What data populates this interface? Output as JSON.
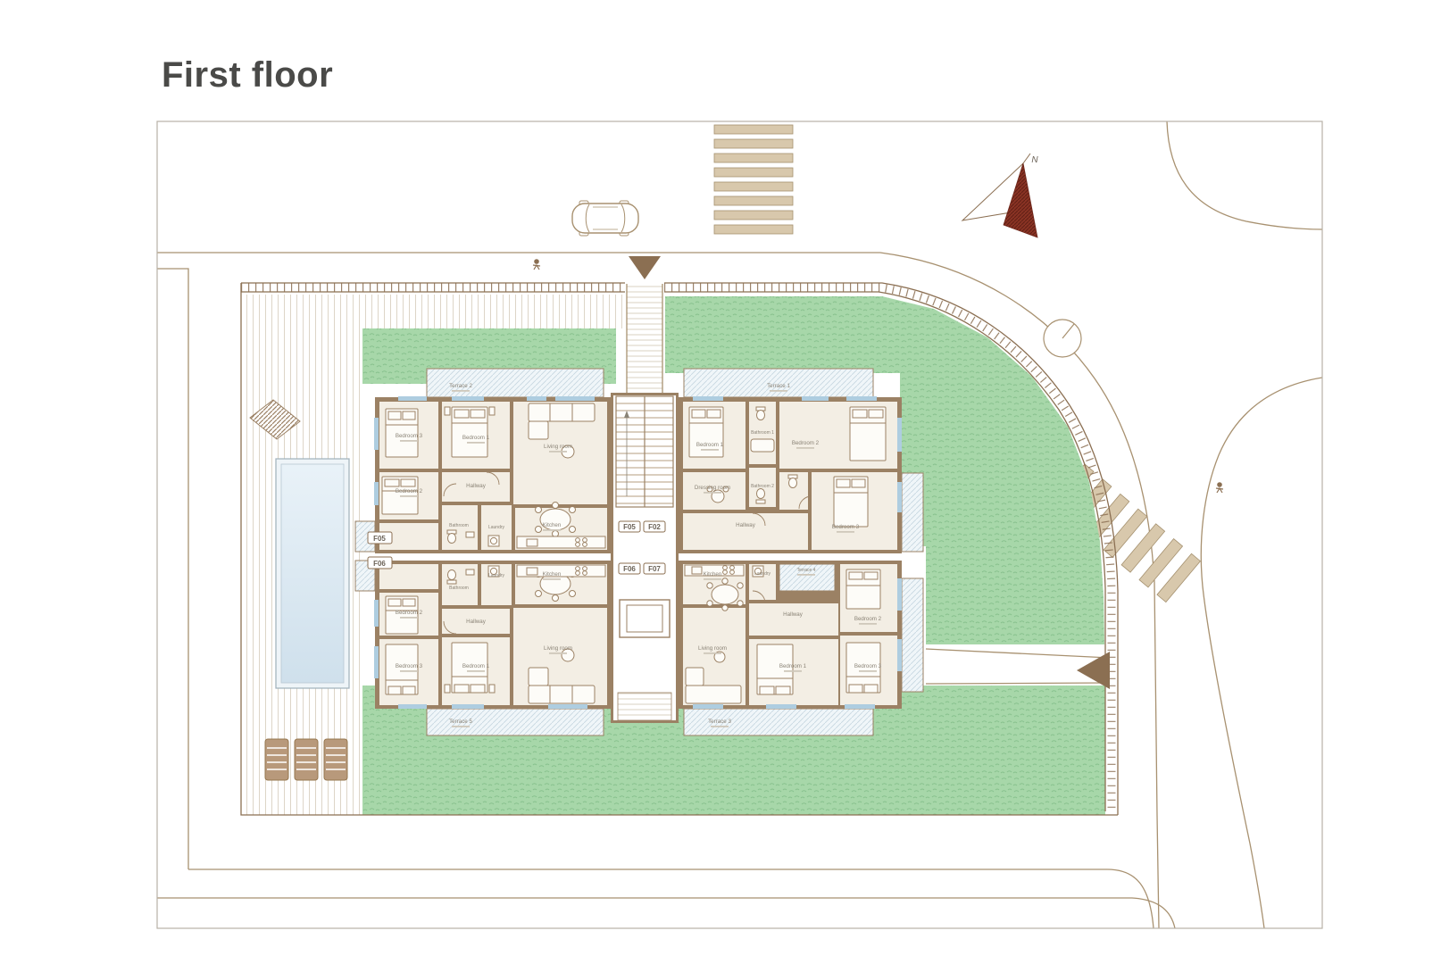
{
  "title": "First floor",
  "compass": {
    "north_label": "N"
  },
  "stairwell_unit_tags": {
    "top_left": "F05",
    "top_right": "F02",
    "bottom_left": "F06",
    "bottom_right": "F07"
  },
  "side_unit_tags": {
    "upper": "F05",
    "lower": "F06"
  },
  "apartments": {
    "f05": {
      "name": "F05",
      "rooms": {
        "terrace": "Terrace 2",
        "bedroom3": "Bedroom 3",
        "bedroom1": "Bedroom 1",
        "living": "Living room",
        "bedroom2": "Bedroom 2",
        "hallway": "Hallway",
        "bathroom": "Bathroom",
        "laundry": "Laundry",
        "kitchen": "Kitchen"
      }
    },
    "f02": {
      "name": "F02",
      "rooms": {
        "terrace": "Terrace 1",
        "bedroom1": "Bedroom 1",
        "bathroom1": "Bathroom 1",
        "bedroom2": "Bedroom 2",
        "dressing": "Dressing room",
        "bathroom2": "Bathroom 2",
        "hallway": "Hallway",
        "bedroom3": "Bedroom 3"
      }
    },
    "f06": {
      "name": "F06",
      "rooms": {
        "bedroom2": "Bedroom 2",
        "hallway": "Hallway",
        "bathroom": "Bathroom",
        "laundry": "Laundry",
        "kitchen": "Kitchen",
        "bedroom3": "Bedroom 3",
        "bedroom1": "Bedroom 1",
        "living": "Living room",
        "terrace": "Terrace 5"
      }
    },
    "f07": {
      "name": "F07",
      "rooms": {
        "kitchen": "Kitchen",
        "laundry": "Laundry",
        "terrace4": "Terrace 4",
        "hallway": "Hallway",
        "bedroom2": "Bedroom 2",
        "living": "Living room",
        "bedroom1": "Bedroom 1",
        "bedroom3": "Bedroom 3",
        "terrace": "Terrace 3"
      }
    }
  },
  "colors": {
    "grass": "#a7d7a9",
    "wall": "#9b8164",
    "room": "#f3eee4",
    "road_line": "#a89170",
    "fence": "#8b6f52",
    "pool_water": "#dce9f3",
    "crosswalk_stripe": "#d8c8ac",
    "north_arrow_red": "#8a3324",
    "terrace_tile": "#f0f6f9",
    "title_text": "#4a4a48",
    "room_label_text": "#8a8376"
  }
}
